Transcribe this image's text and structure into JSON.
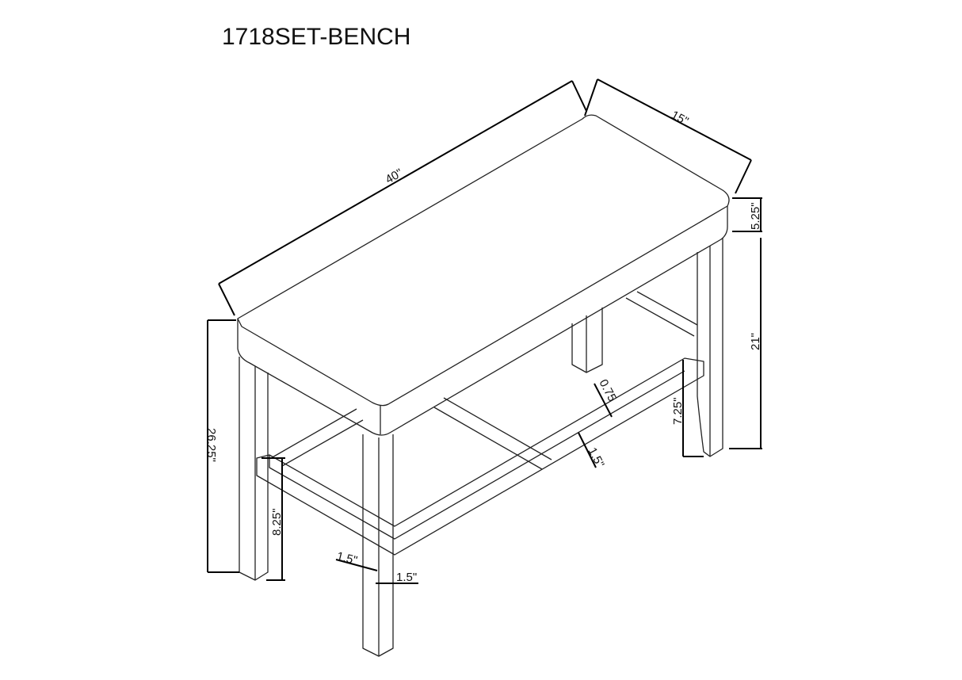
{
  "title": "1718SET-BENCH",
  "dimensions": {
    "length": "40\"",
    "depth": "15\"",
    "seat_thickness": "5.25\"",
    "leg_height_to_seat": "21\"",
    "overall_height": "26.25\"",
    "stretcher_height_front": "8.25\"",
    "stretcher_height_side": "7.25\"",
    "stretcher_thickness": "0.75",
    "stretcher_width": "1.5\"",
    "leg_width_a": "1.5\"",
    "leg_width_b": "1.5\""
  },
  "colors": {
    "line": "#111111",
    "background": "#ffffff"
  }
}
